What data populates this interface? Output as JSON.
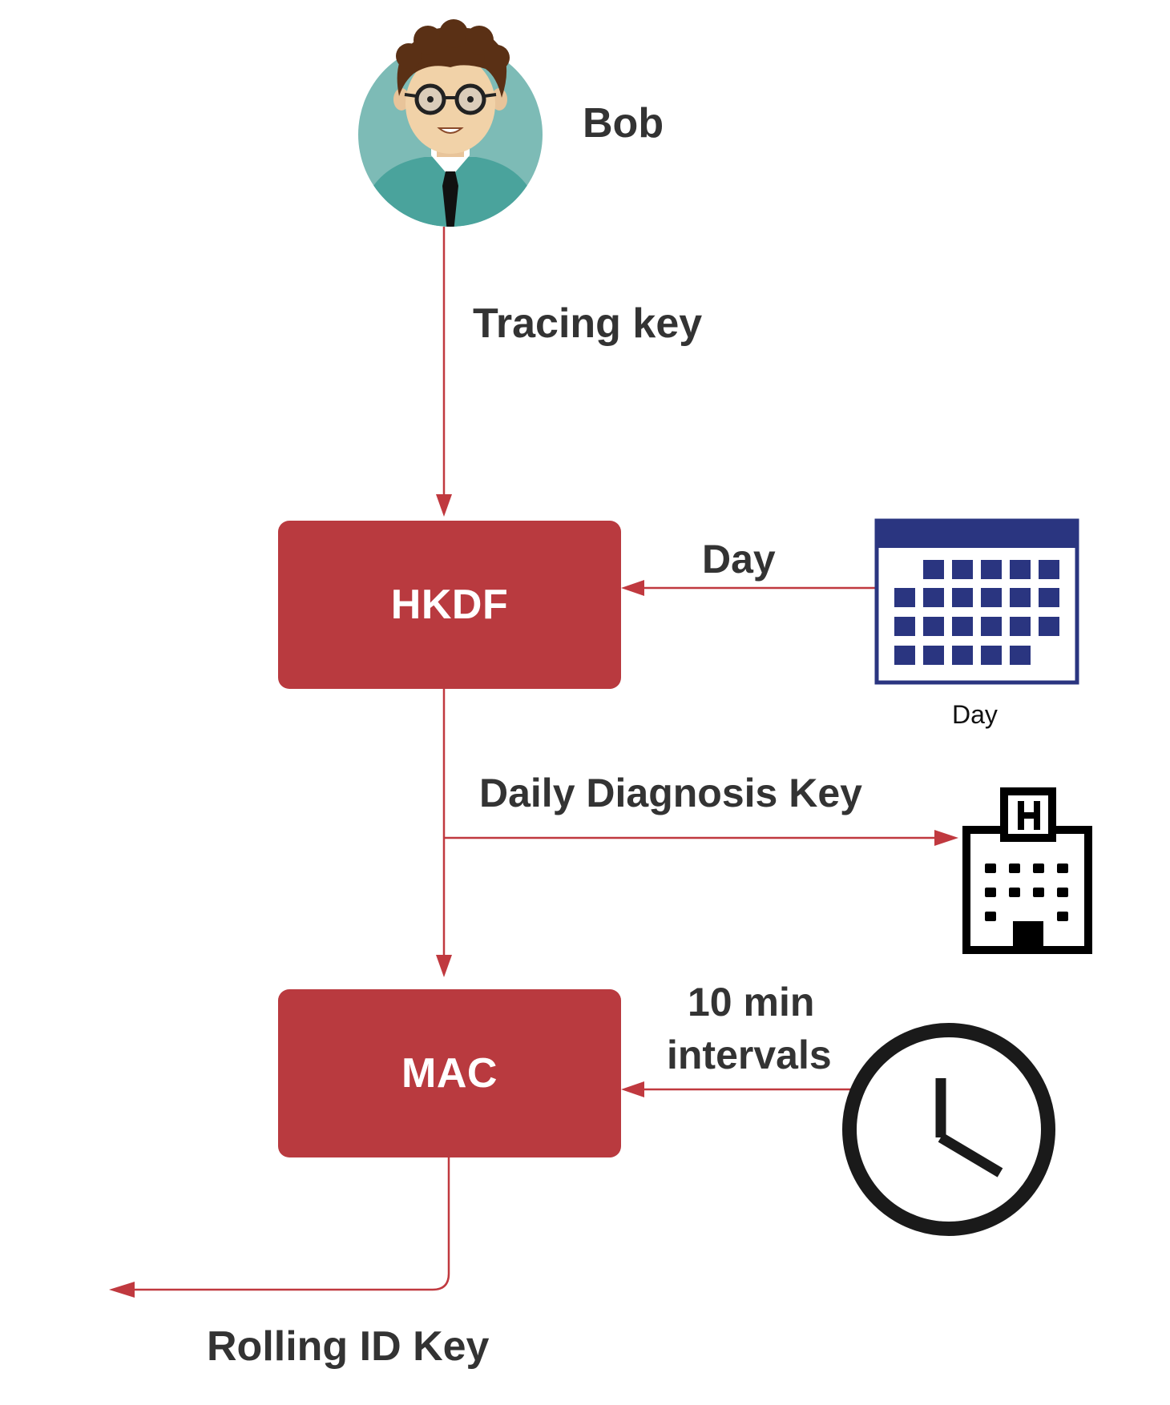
{
  "person": {
    "name": "Bob",
    "icon": "person-avatar-icon"
  },
  "edges": {
    "tracing_key": "Tracing key",
    "day": "Day",
    "daily_diagnosis_key": "Daily Diagnosis Key",
    "interval_line1": "10 min",
    "interval_line2": "intervals",
    "rolling_id_key": "Rolling ID Key"
  },
  "nodes": {
    "hkdf": "HKDF",
    "mac": "MAC"
  },
  "icons": {
    "calendar": "calendar-icon",
    "calendar_caption": "Day",
    "hospital": "hospital-icon",
    "clock": "clock-icon"
  },
  "colors": {
    "box": "#b93a3f",
    "arrow": "#c0393f",
    "calendar": "#2a3580",
    "avatar_bg": "#7dbbb6",
    "shirt": "#4aa39c"
  }
}
